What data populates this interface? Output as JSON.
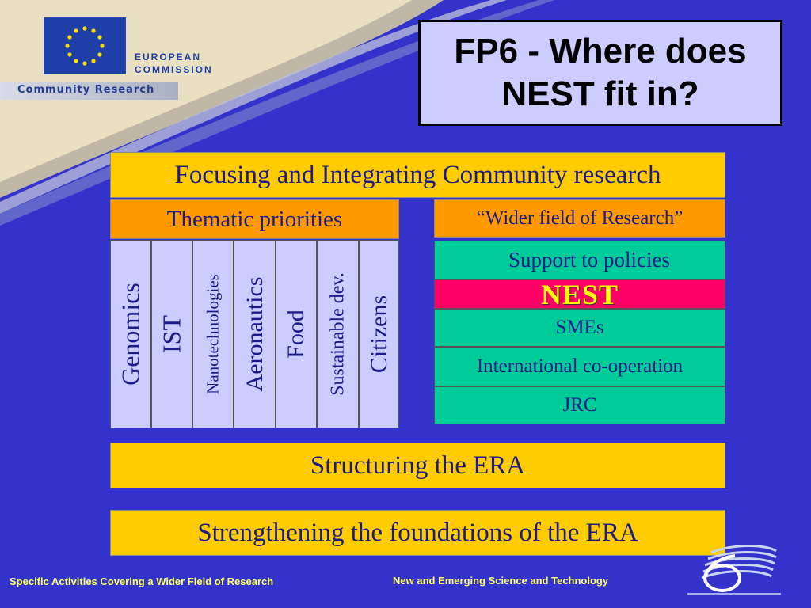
{
  "colors": {
    "background": "#3333cc",
    "title_box": "#ccccff",
    "yellow": "#ffcc00",
    "orange": "#ff9900",
    "lavender": "#ccccff",
    "green": "#00cc99",
    "nest": "#ff0066",
    "nest_text": "#ffff00",
    "text_dark_blue": "#1b1b8a",
    "footer_text": "#ffff66"
  },
  "header": {
    "eu_line1": "EUROPEAN",
    "eu_line2": "COMMISSION",
    "community": "Community Research",
    "title_line1": "FP6 - Where does",
    "title_line2": "NEST fit in?"
  },
  "diagram": {
    "focusing": "Focusing and Integrating Community research",
    "thematic_header": "Thematic priorities",
    "thematic_priorities": [
      "Genomics",
      "IST",
      "Nanotechnologies",
      "Aeronautics",
      "Food",
      "Sustainable dev.",
      "Citizens"
    ],
    "wider_header": "“Wider field of Research”",
    "wider_items": {
      "support": "Support to policies",
      "nest": "NEST",
      "smes": "SMEs",
      "international": "International co-operation",
      "jrc": "JRC"
    },
    "structuring": "Structuring the ERA",
    "strengthening": "Strengthening the foundations of the ERA"
  },
  "footer": {
    "left": "Specific Activities Covering a Wider Field of Research",
    "right": "New and Emerging Science and Technology"
  },
  "icons": [
    "eu-flag-logo",
    "fp6-logo"
  ]
}
